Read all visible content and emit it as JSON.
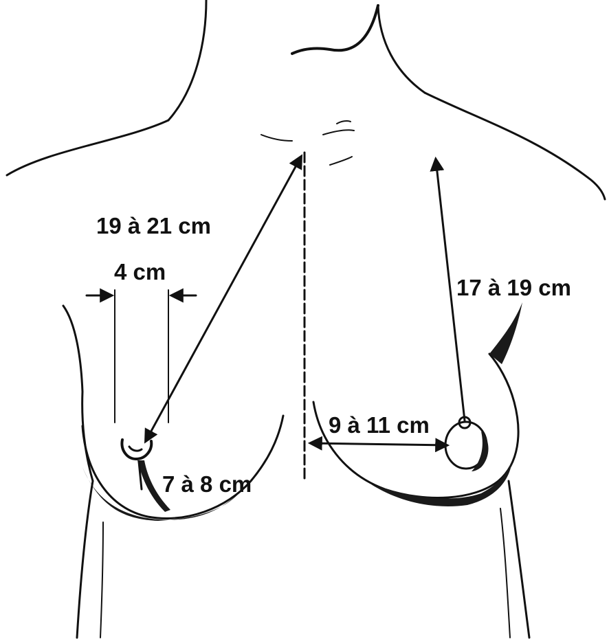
{
  "labels": {
    "sternal_notch_to_nipple_oblique": "19 à 21 cm",
    "areola_width": "4 cm",
    "sternal_notch_to_nipple_vertical": "17 à 19 cm",
    "nipple_to_midline": "9 à 11 cm",
    "nipple_to_inframammary_fold": "7 à 8 cm"
  },
  "colors": {
    "ink": "#111111",
    "background": "#ffffff"
  }
}
